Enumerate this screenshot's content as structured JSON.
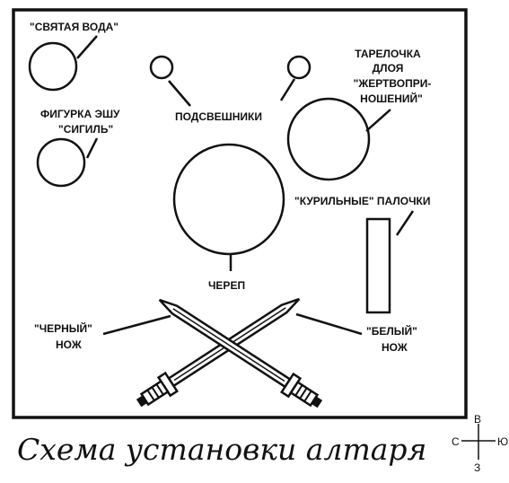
{
  "caption": "Схема установки алтаря",
  "compass": {
    "north_end": "В",
    "west_end": "С",
    "east_end": "Ю",
    "south_end": "З"
  },
  "labels": {
    "holy_water": "\"СВЯТАЯ ВОДА\"",
    "eshu_line1": "ФИГУРКА ЭШУ",
    "eshu_line2": "\"СИГИЛЬ\"",
    "candlesticks": "ПОДСВЕШНИКИ",
    "plate_line1": "ТАРЕЛОЧКА",
    "plate_line2": "ДЛОЯ",
    "plate_line3": "\"ЖЕРТВОПРИ-",
    "plate_line4": "НОШЕНИЙ\"",
    "incense": "\"КУРИЛЬНЫЕ\" ПАЛОЧКИ",
    "skull": "ЧЕРЕП",
    "black_knife_line1": "\"ЧЕРНЫЙ\"",
    "black_knife_line2": "НОЖ",
    "white_knife_line1": "\"БЕЛЫЙ\"",
    "white_knife_line2": "НОЖ"
  },
  "colors": {
    "ink": "#111111",
    "paper": "#ffffff"
  }
}
